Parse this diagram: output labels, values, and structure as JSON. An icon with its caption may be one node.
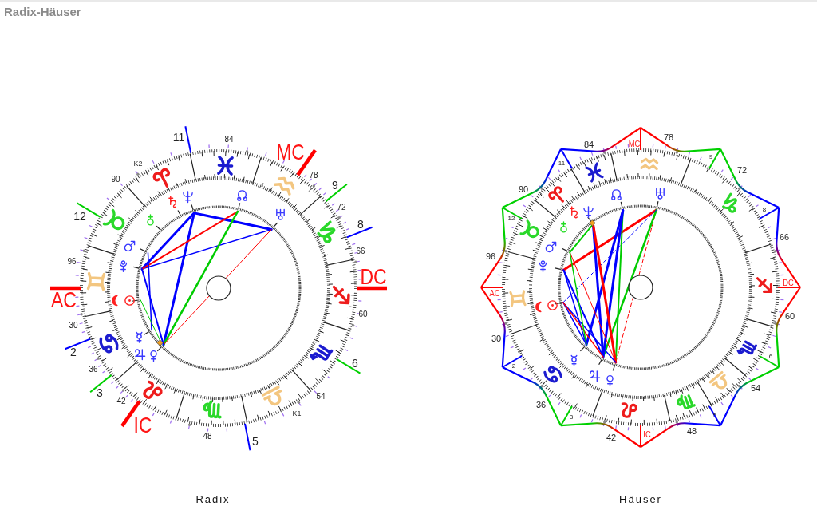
{
  "diagram": {
    "title": "Radix-Häuser",
    "labels": [
      "11",
      "84",
      "MC",
      "K2",
      "78",
      "90",
      "9",
      "72",
      "12",
      "8",
      "66",
      "96",
      "DC",
      "AC",
      "60",
      "30",
      "2",
      "6",
      "36",
      "3",
      "54",
      "42",
      "K1",
      "IC",
      "48",
      "5",
      "MC",
      "78",
      "84",
      "9",
      "11",
      "72",
      "90",
      "8",
      "12",
      "66",
      "96",
      "DC",
      "AC",
      "60",
      "30",
      "6",
      "2",
      "54",
      "36",
      "5",
      "3",
      "48",
      "42",
      "IC",
      "Radix",
      "Häuser"
    ]
  }
}
